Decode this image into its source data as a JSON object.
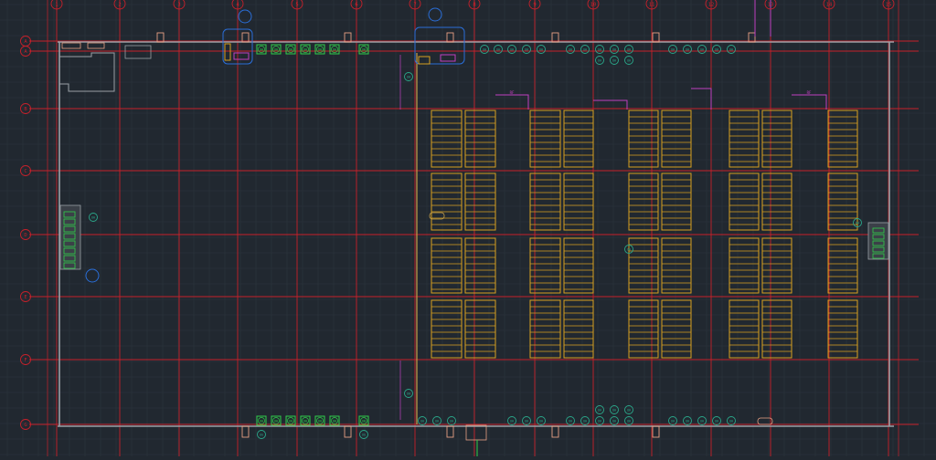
{
  "colors": {
    "background": "#212830",
    "minor_grid": "#2c343e",
    "gridline": "#c8202a",
    "bubble": "#c8202a",
    "wall": "#9aa0a6",
    "racking": "#d8a020",
    "green_device": "#2fd04a",
    "teal_device": "#2aa88a",
    "pipe": "#c9a24a",
    "dock": "#e8a184",
    "magenta": "#c040c0",
    "blue_callout": "#2a6ed8"
  },
  "grid": {
    "column_labels": [
      "1",
      "2",
      "3",
      "4",
      "5",
      "6",
      "7",
      "8",
      "9",
      "10",
      "11",
      "12",
      "13",
      "14",
      "15"
    ],
    "row_labels": [
      "A",
      "A",
      "B",
      "C",
      "D",
      "E",
      "F",
      "G"
    ]
  },
  "tags": {
    "device": "OH",
    "device_alt": "OG"
  }
}
